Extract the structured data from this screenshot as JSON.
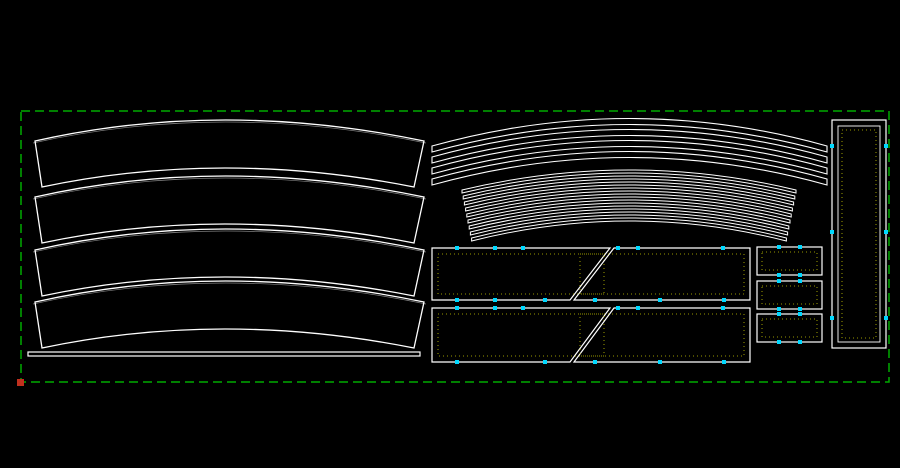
{
  "view": {
    "background": "#000000",
    "outline_color": "#ffffff",
    "boundary_color": "#00aa00",
    "engrave_color": "#c8c800",
    "tab_color": "#00d8ff",
    "origin_color": "#c0301e"
  },
  "parts": {
    "bands": {
      "count": 4,
      "kind": "curved-band"
    },
    "strip": {
      "kind": "flat-strip"
    },
    "big_arcs": {
      "count": 4,
      "kind": "thin-arc"
    },
    "small_arcs": {
      "count": 9,
      "kind": "thin-arc"
    },
    "panels": {
      "count": 4,
      "kind": "slotted-panel"
    },
    "small_boxes": {
      "count": 3,
      "kind": "small-box"
    },
    "tall_panel": {
      "kind": "tall-panel"
    }
  },
  "icons": {
    "origin": "origin-marker-icon"
  }
}
